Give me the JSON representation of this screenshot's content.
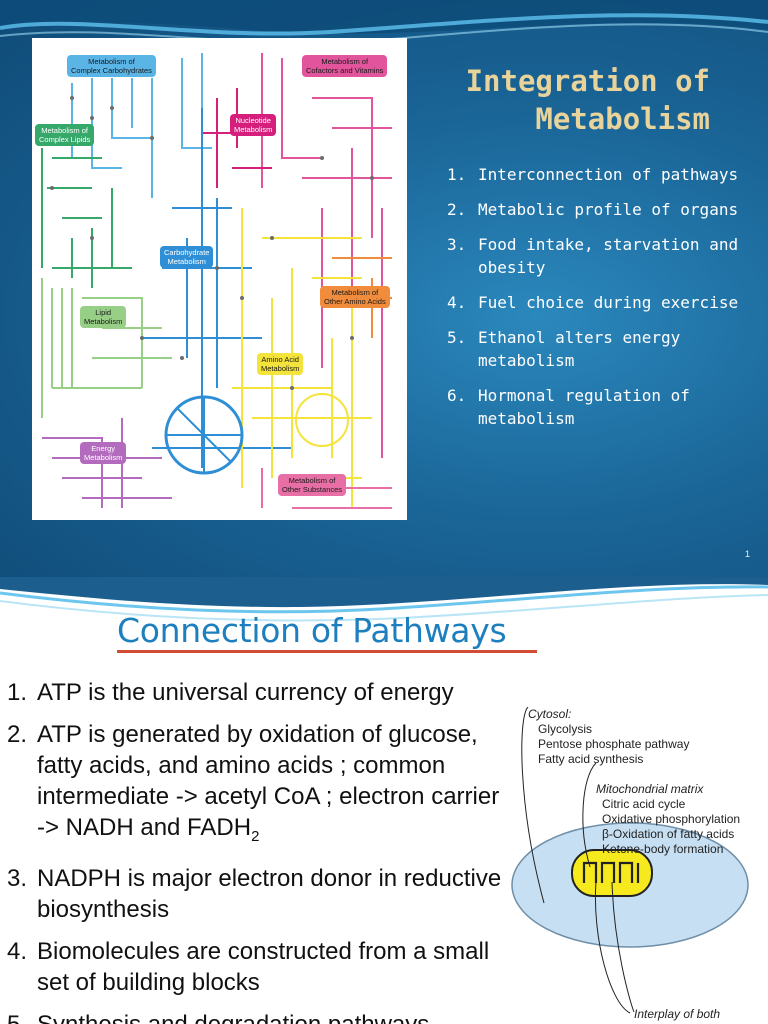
{
  "slide1": {
    "title_line1": "Integration of",
    "title_line2": "Metabolism",
    "topics": [
      {
        "num": "1.",
        "text": "Interconnection of pathways"
      },
      {
        "num": "2.",
        "text": "Metabolic profile of organs"
      },
      {
        "num": "3.",
        "text": "Food intake, starvation and obesity"
      },
      {
        "num": "4.",
        "text": "Fuel choice during exercise"
      },
      {
        "num": "5.",
        "text": "Ethanol alters energy metabolism"
      },
      {
        "num": "6.",
        "text": "Hormonal regulation of metabolism"
      }
    ],
    "slide_number": "1",
    "diagram_labels": {
      "complex_carbohydrates": "Metabolism of\nComplex Carbohydrates",
      "cofactors_vitamins": "Metabolism of\nCofactors and Vitamins",
      "nucleotide": "Nucleotide\nMetabolism",
      "complex_lipids": "Metabolism of\nComplex Lipids",
      "carbohydrate": "Carbohydrate\nMetabolism",
      "other_amino_acids": "Metabolism of\nOther Amino Acids",
      "lipid": "Lipid\nMetabolism",
      "amino_acid": "Amino Acid\nMetabolism",
      "energy": "Energy\nMetabolism",
      "other_substances": "Metabolism of\nOther Substances"
    },
    "diagram_colors": {
      "complex_carbohydrates": "#5ab4e6",
      "cofactors_vitamins": "#e2559d",
      "nucleotide": "#d61f7d",
      "complex_lipids": "#35a86a",
      "carbohydrate": "#2f8fd6",
      "other_amino_acids": "#f08c3c",
      "lipid": "#98cf86",
      "amino_acid": "#f4e33a",
      "energy": "#b36bbd",
      "other_substances": "#e86fa5"
    }
  },
  "slide2": {
    "title": "Connection of Pathways",
    "points": [
      {
        "num": "1.",
        "text": "ATP is the universal currency of energy"
      },
      {
        "num": "2.",
        "text": "ATP is generated by oxidation of glucose, fatty acids, and amino acids ; common intermediate -> acetyl CoA ; electron carrier -> NADH and FADH",
        "sub": "2"
      },
      {
        "num": "3.",
        "text": "NADPH is major electron donor in reductive biosynthesis"
      },
      {
        "num": "4.",
        "text": "Biomolecules are constructed from a small set of building blocks"
      },
      {
        "num": "5.",
        "text": "Synthesis and degradation pathways"
      }
    ],
    "figure": {
      "cytosol_header": "Cytosol:",
      "cytosol_items": [
        "Glycolysis",
        "Pentose phosphate pathway",
        "Fatty acid synthesis"
      ],
      "mito_header": "Mitochondrial matrix",
      "mito_items": [
        "Citric acid cycle",
        "Oxidative phosphorylation",
        "β-Oxidation of fatty acids",
        "Ketone-body formation"
      ],
      "both_label": "Interplay of both"
    }
  }
}
